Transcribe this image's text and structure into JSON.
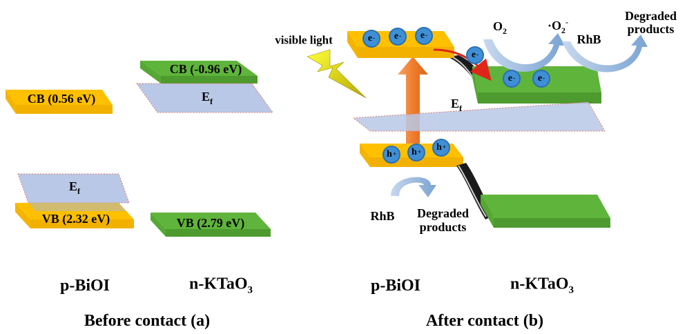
{
  "panel_a": {
    "caption": "Before contact (a)",
    "material_left": "p-BiOI",
    "material_right_base": "n-KTaO",
    "material_right_sub": "3",
    "cb_left": "CB (0.56 eV)",
    "vb_left": "VB (2.32 eV)",
    "cb_right": "CB (-0.96 eV)",
    "vb_right": "VB (2.79 eV)",
    "ef_base": "E",
    "ef_sub": "f"
  },
  "panel_b": {
    "caption": "After contact (b)",
    "material_left": "p-BiOI",
    "material_right_base": "n-KTaO",
    "material_right_sub": "3",
    "visible_light": "visible light",
    "ef_base": "E",
    "ef_sub": "f",
    "electron_base": "e",
    "electron_sup": "-",
    "hole_base": "h",
    "hole_sup": "+",
    "o2_base": "O",
    "o2_sub": "2",
    "superoxide_prefix": "·O",
    "superoxide_sub": "2",
    "superoxide_sup": "-",
    "rhb_top": "RhB",
    "degraded_top_line1": "Degraded",
    "degraded_top_line2": "products",
    "rhb_bottom": "RhB",
    "degraded_bottom_line1": "Degraded",
    "degraded_bottom_line2": "products"
  },
  "colors": {
    "biOI_band": "#ffc000",
    "ktao3_band": "#5fb43b",
    "fermi_level": "#b9c8e6",
    "electron": "#3f8fd6",
    "excitation_arrow": "#f08a3c",
    "transfer_arrow": "#e0251b",
    "reaction_arrow": "#8fb3dd"
  }
}
